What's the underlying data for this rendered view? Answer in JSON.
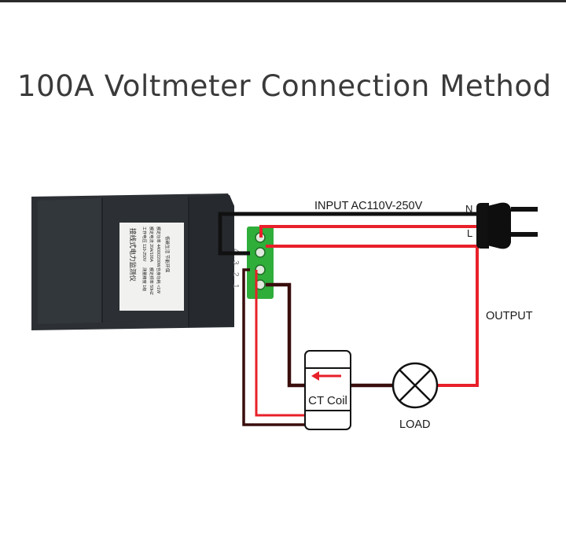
{
  "title": "100A Voltmeter Connection Method",
  "labels": {
    "input": "INPUT AC110V-250V",
    "neutral": "N",
    "live": "L",
    "output": "OUTPUT",
    "ct_coil": "CT Coil",
    "load": "LOAD"
  },
  "device_label": {
    "heading": "接线式电力监测仪",
    "spec_col_1": [
      "工作电压 110-250V",
      "额定电流 20A/100A",
      "额定功率 4400/2200W"
    ],
    "spec_col_2": [
      "测量精度 1级",
      "额定频率 50HZ",
      "自身功耗 <1W"
    ],
    "footer": "低碳生活 节能环保"
  },
  "terminal_numbers": [
    "4",
    "3",
    "2",
    "1"
  ],
  "colors": {
    "wire_neutral": "#111111",
    "wire_live": "#e8202a",
    "wire_ct": "#3a0d0d",
    "terminal_block": "#2fae3a",
    "device_body": "#2b2f33"
  }
}
